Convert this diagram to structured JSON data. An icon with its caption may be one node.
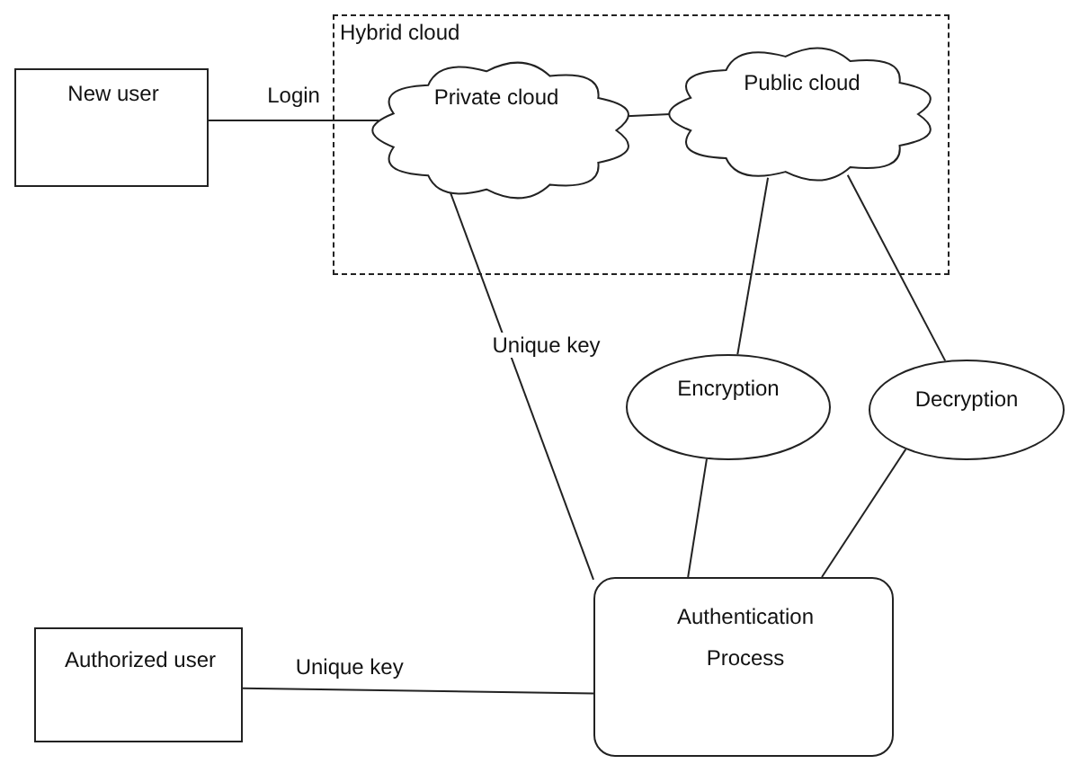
{
  "diagram": {
    "nodes": [
      {
        "text": [
          "New user"
        ]
      },
      {
        "text": [
          "Hybrid cloud"
        ]
      },
      {
        "text": [
          "Private cloud"
        ],
        "in": 1
      },
      {
        "text": [
          "Public cloud"
        ],
        "in": 1
      },
      {
        "text": [
          "Encryption"
        ]
      },
      {
        "text": [
          "Decryption"
        ]
      },
      {
        "text": [
          "Authentication Process"
        ]
      },
      {
        "text": [
          "Authorized user"
        ]
      }
    ],
    "edges": [
      {
        "from": 0,
        "to": 2,
        "arrow": "none",
        "label": "Login"
      },
      {
        "from": 2,
        "to": 3,
        "arrow": "none"
      },
      {
        "from": 2,
        "to": 6,
        "arrow": "none",
        "label": "Unique key"
      },
      {
        "from": 3,
        "to": 4,
        "arrow": "none"
      },
      {
        "from": 3,
        "to": 5,
        "arrow": "none"
      },
      {
        "from": 4,
        "to": 6,
        "arrow": "none"
      },
      {
        "from": 5,
        "to": 6,
        "arrow": "none"
      },
      {
        "from": 7,
        "to": 6,
        "arrow": "none",
        "label": "Unique key"
      }
    ]
  }
}
